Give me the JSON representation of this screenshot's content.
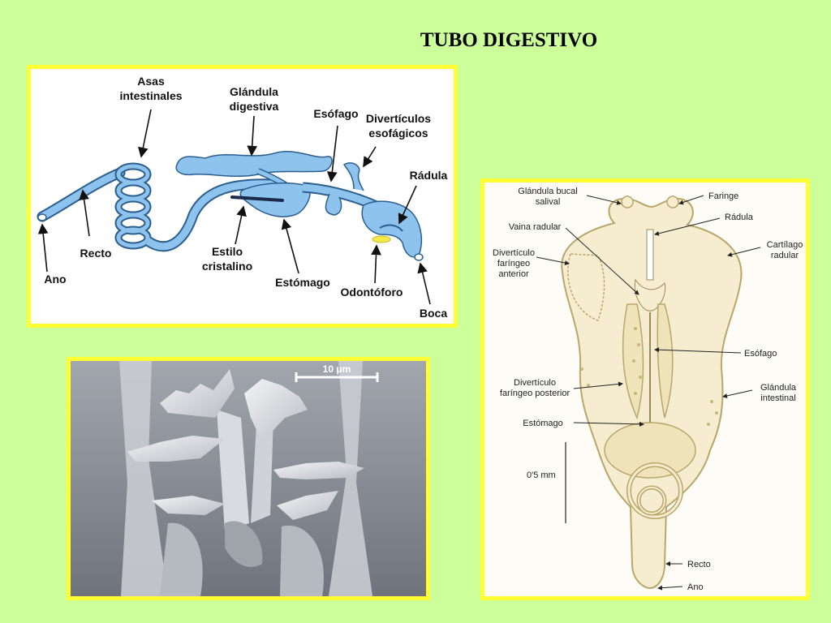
{
  "title": "TUBO DIGESTIVO",
  "diagram_a": {
    "labels": {
      "asas_1": "Asas",
      "asas_2": "intestinales",
      "glandula_1": "Glándula",
      "glandula_2": "digestiva",
      "esofago": "Esófago",
      "diverticulos_1": "Divertículos",
      "diverticulos_2": "esofágicos",
      "radula": "Rádula",
      "recto": "Recto",
      "ano": "Ano",
      "estilo_1": "Estilo",
      "estilo_2": "cristalino",
      "estomago": "Estómago",
      "odontoforo": "Odontóforo",
      "boca": "Boca"
    },
    "colors": {
      "tube": "#8ec3ee",
      "outline": "#2a5f8f",
      "odontophore": "#f2e84a"
    }
  },
  "micrograph": {
    "scale_bar": "10 μm"
  },
  "diagram_c": {
    "labels": {
      "glandula_bucal_1": "Glándula bucal",
      "glandula_bucal_2": "salival",
      "faringe": "Faringe",
      "radula": "Rádula",
      "vaina_radular": "Vaina radular",
      "div_anterior_1": "Divertículo",
      "div_anterior_2": "faríngeo",
      "div_anterior_3": "anterior",
      "cartilago_1": "Cartílago",
      "cartilago_2": "radular",
      "esofago": "Esófago",
      "div_posterior_1": "Divertículo",
      "div_posterior_2": "faríngeo posterior",
      "glandula_intestinal_1": "Glándula",
      "glandula_intestinal_2": "intestinal",
      "estomago": "Estómago",
      "escala": "0'5 mm",
      "recto": "Recto",
      "ano": "Ano"
    },
    "colors": {
      "fill": "#f6edd0",
      "outline": "#b9a66a"
    }
  }
}
